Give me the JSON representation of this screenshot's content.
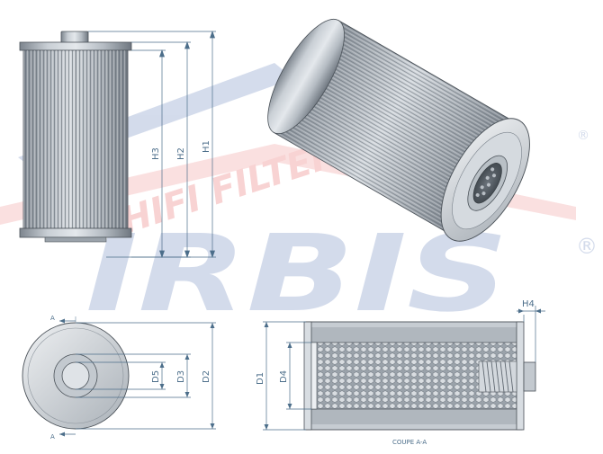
{
  "drawing": {
    "dimensions_side": [
      "H1",
      "H2",
      "H3"
    ],
    "dimensions_top": [
      "D2",
      "D3",
      "D5"
    ],
    "dimensions_section": [
      "D1",
      "D4",
      "H4"
    ],
    "section_markers": [
      "A",
      "A"
    ],
    "section_caption": "COUPE A-A"
  },
  "watermark": {
    "text_top": "HIFI FILTER",
    "text_main": "IRBIS",
    "registered_mark": "®"
  },
  "colors": {
    "dimension_line": "#4c6e8a",
    "watermark_red": "#e23a3a",
    "watermark_blue": "#3d5fa8",
    "steel": "#a9b1ba"
  }
}
